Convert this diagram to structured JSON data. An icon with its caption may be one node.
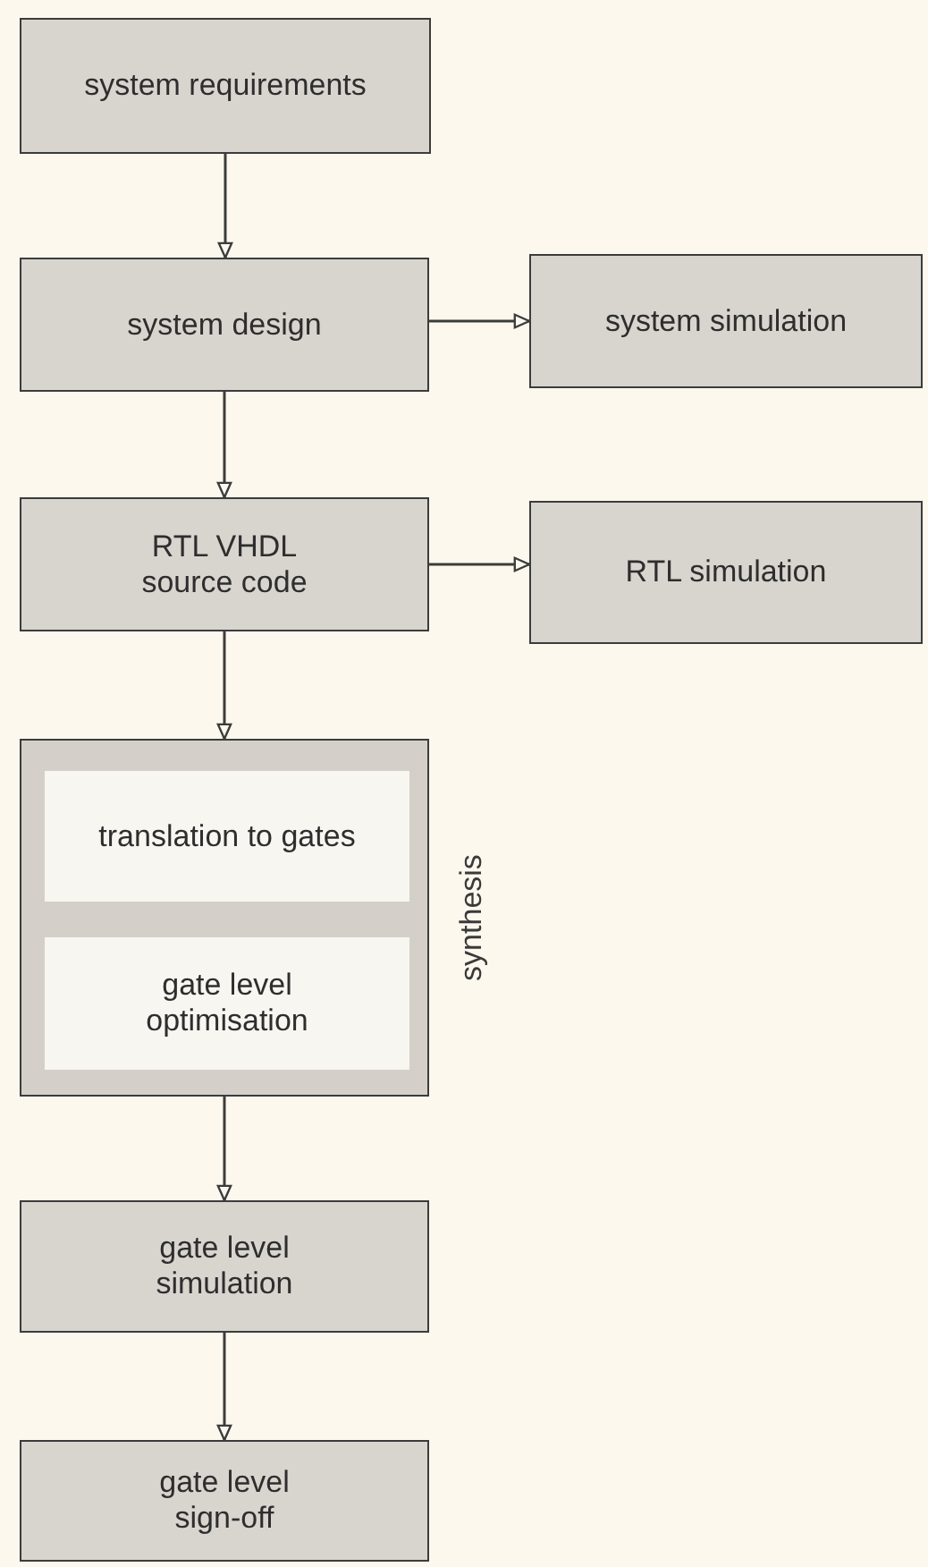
{
  "diagram": {
    "nodes": [
      {
        "text": [
          "system requirements"
        ]
      },
      {
        "text": [
          "system design"
        ]
      },
      {
        "text": [
          "system simulation"
        ]
      },
      {
        "text": [
          "RTL VHDL source code"
        ]
      },
      {
        "text": [
          "RTL simulation"
        ]
      },
      {
        "text": [],
        "shape": "box",
        "beside": [
          "synthesis"
        ]
      },
      {
        "text": [
          "translation to gates"
        ],
        "in": 5
      },
      {
        "text": [
          "gate level optimisation"
        ],
        "in": 5
      },
      {
        "text": [
          "gate level simulation"
        ]
      },
      {
        "text": [
          "gate level sign-off"
        ]
      }
    ],
    "edges": [
      {
        "from": 0,
        "to": 1,
        "arrow": "to"
      },
      {
        "from": 1,
        "to": 2,
        "arrow": "to"
      },
      {
        "from": 1,
        "to": 3,
        "arrow": "to"
      },
      {
        "from": 3,
        "to": 4,
        "arrow": "to"
      },
      {
        "from": 3,
        "to": 5,
        "arrow": "to"
      },
      {
        "from": 5,
        "to": 8,
        "arrow": "to"
      },
      {
        "from": 8,
        "to": 9,
        "arrow": "to"
      }
    ]
  }
}
